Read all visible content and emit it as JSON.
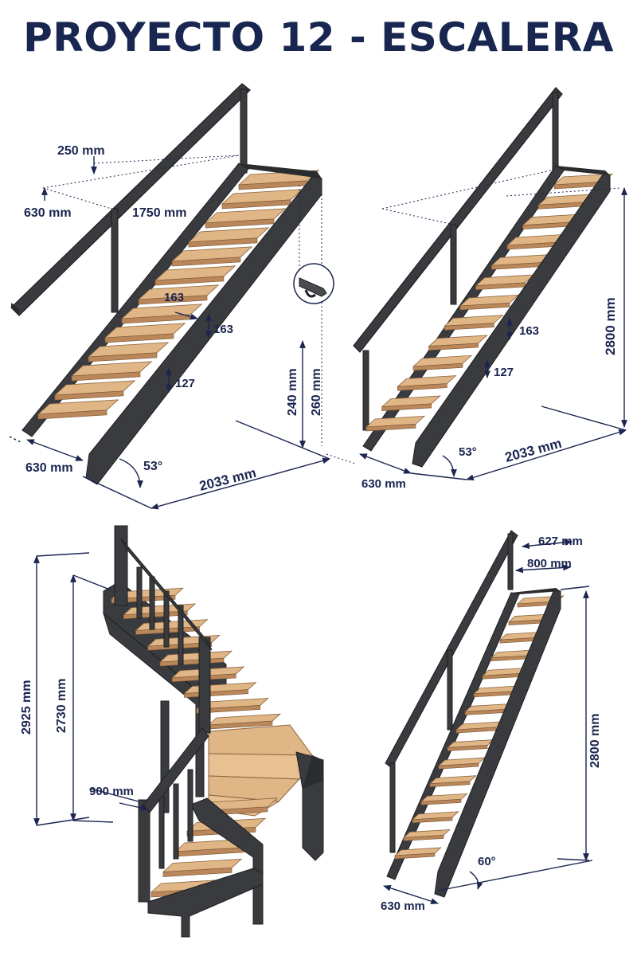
{
  "title": "PROYECTO 12 - ESCALERA",
  "colors": {
    "ink": "#1b2550",
    "steel": "#3a3b3e",
    "steel_edge": "#1e1f21",
    "wood": "#e0b686",
    "wood_dark": "#b9875a",
    "wood_light": "#f0cfa6"
  },
  "views": [
    {
      "name": "straight-stair-left",
      "labels": {
        "top_offset": "250 mm",
        "landing_width": "630 mm",
        "landing_length": "1750 mm",
        "tread_depth": "163",
        "riser_height": "163",
        "step_gap": "127",
        "detail_low": "240 mm",
        "detail_high": "260 mm",
        "width": "630 mm",
        "length": "2033 mm",
        "angle": "53°"
      }
    },
    {
      "name": "straight-stair-right",
      "labels": {
        "height": "2800 mm",
        "riser_height": "163",
        "step_gap": "127",
        "width": "630 mm",
        "length": "2033 mm",
        "angle": "53°"
      }
    },
    {
      "name": "quarter-turn-stair",
      "labels": {
        "total_height": "2925 mm",
        "floor_height": "2730 mm",
        "landing_width": "900 mm"
      }
    },
    {
      "name": "steep-stair",
      "labels": {
        "top_width_inner": "627 mm",
        "top_width_outer": "800 mm",
        "height": "2800 mm",
        "width": "630 mm",
        "angle": "60°"
      }
    }
  ]
}
